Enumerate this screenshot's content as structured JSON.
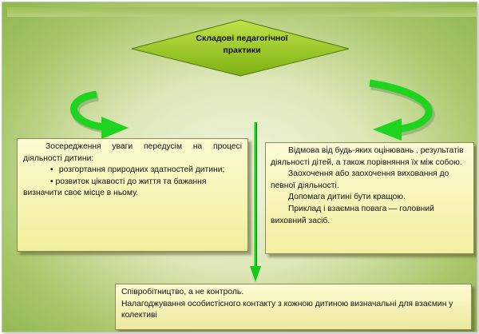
{
  "diamond": {
    "title": "Складові  педагогічної практики"
  },
  "left": {
    "intro": "Зосередження уваги передусім на процесі діяльності дитини:",
    "bullets": [
      "розгортання природних здатностей дитини;",
      "розвиток   цікавості до життя та бажання визначити своє місце в ньому."
    ],
    "bullet_symbol": "•"
  },
  "right": {
    "items": [
      "Відмова від будь-яких оцінювань , результатів  діяльності дітей, а також порівняння їх між собою.",
      "Заохочення або заохочення виховання до певної діяльності.",
      "Допомага дитині бути кращою.",
      "Приклад і взаємна повага — головний виховний засіб."
    ]
  },
  "bottom": {
    "line1": "Співробітництво, а не контроль.",
    "line2": "Налагоджування особистісного контакту з кожною дитиною визначальні для взаємин у колективі"
  },
  "colors": {
    "diamond": "#9ccc1e",
    "arrow_green": "#22d422",
    "box_fill": "#f6f3b4",
    "background": "#a9c76b"
  }
}
